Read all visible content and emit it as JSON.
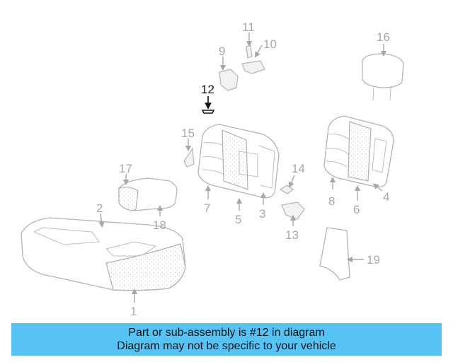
{
  "highlight_part": "12",
  "callouts": {
    "c1": "1",
    "c2": "2",
    "c3": "3",
    "c4": "4",
    "c5": "5",
    "c6": "6",
    "c7": "7",
    "c8": "8",
    "c9": "9",
    "c10": "10",
    "c11": "11",
    "c12": "12",
    "c13": "13",
    "c14": "14",
    "c15": "15",
    "c16": "16",
    "c17": "17",
    "c18": "18",
    "c19": "19"
  },
  "colors": {
    "banner": "#55c4f5",
    "highlight": "#111111",
    "linework": "#a8a8a8"
  },
  "banner": {
    "line1": "Part or sub-assembly is #12 in diagram",
    "line2": "Diagram may not be specific to your vehicle"
  }
}
